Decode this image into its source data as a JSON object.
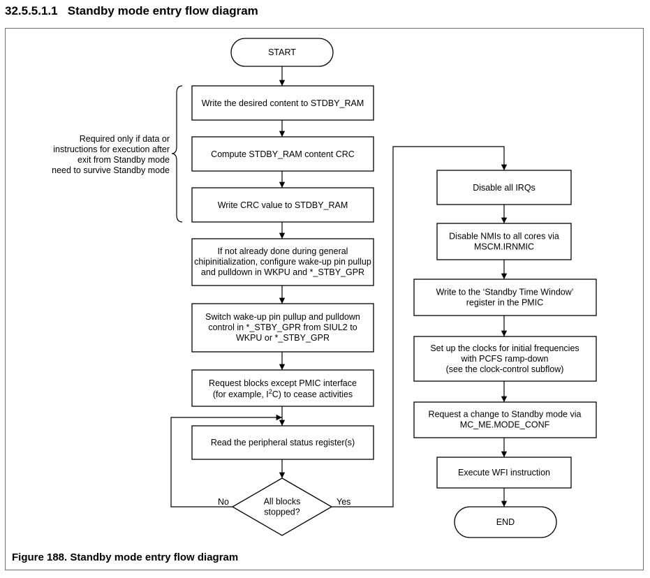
{
  "section": {
    "number": "32.5.5.1.1",
    "title": "Standby mode entry flow diagram"
  },
  "caption": "Figure 188.  Standby mode entry flow diagram",
  "brace_note": [
    "Required only if data or",
    "instructions for execution after",
    "exit from Standby mode",
    "need to survive Standby mode"
  ],
  "nodes": {
    "start": [
      "START"
    ],
    "write_stdby_ram": [
      "Write the desired content to STDBY_RAM"
    ],
    "compute_crc": [
      "Compute STDBY_RAM content CRC"
    ],
    "write_crc": [
      "Write CRC value to STDBY_RAM"
    ],
    "configure_wakeup": [
      "If not already done during general",
      "chipinitialization, configure wake-up pin pullup",
      "and pulldown in WKPU and *_STBY_GPR"
    ],
    "switch_wakeup": [
      "Switch wake-up pin pullup and pulldown",
      "control in *_STBY_GPR from SIUL2 to",
      "WKPU or *_STBY_GPR"
    ],
    "request_blocks": [
      "Request blocks except PMIC interface"
    ],
    "request_blocks_line2": {
      "prefix": "(for example, I",
      "sup": "2",
      "suffix": "C) to cease activities"
    },
    "read_status": [
      "Read the peripheral status register(s)"
    ],
    "decision": [
      "All blocks",
      "stopped?"
    ],
    "disable_irqs": [
      "Disable all IRQs"
    ],
    "disable_nmis": [
      "Disable NMIs to all cores via",
      "MSCM.IRNMIC"
    ],
    "write_window": [
      "Write to the ‘Standby Time Window’",
      "register in the PMIC"
    ],
    "setup_clocks": [
      "Set up the clocks for initial frequencies",
      "with PCFS ramp-down",
      "(see the clock-control subflow)"
    ],
    "request_change": [
      "Request a change to Standby mode via",
      "MC_ME.MODE_CONF"
    ],
    "execute_wfi": [
      "Execute WFI instruction"
    ],
    "end": [
      "END"
    ]
  },
  "branches": {
    "no": "No",
    "yes": "Yes"
  }
}
